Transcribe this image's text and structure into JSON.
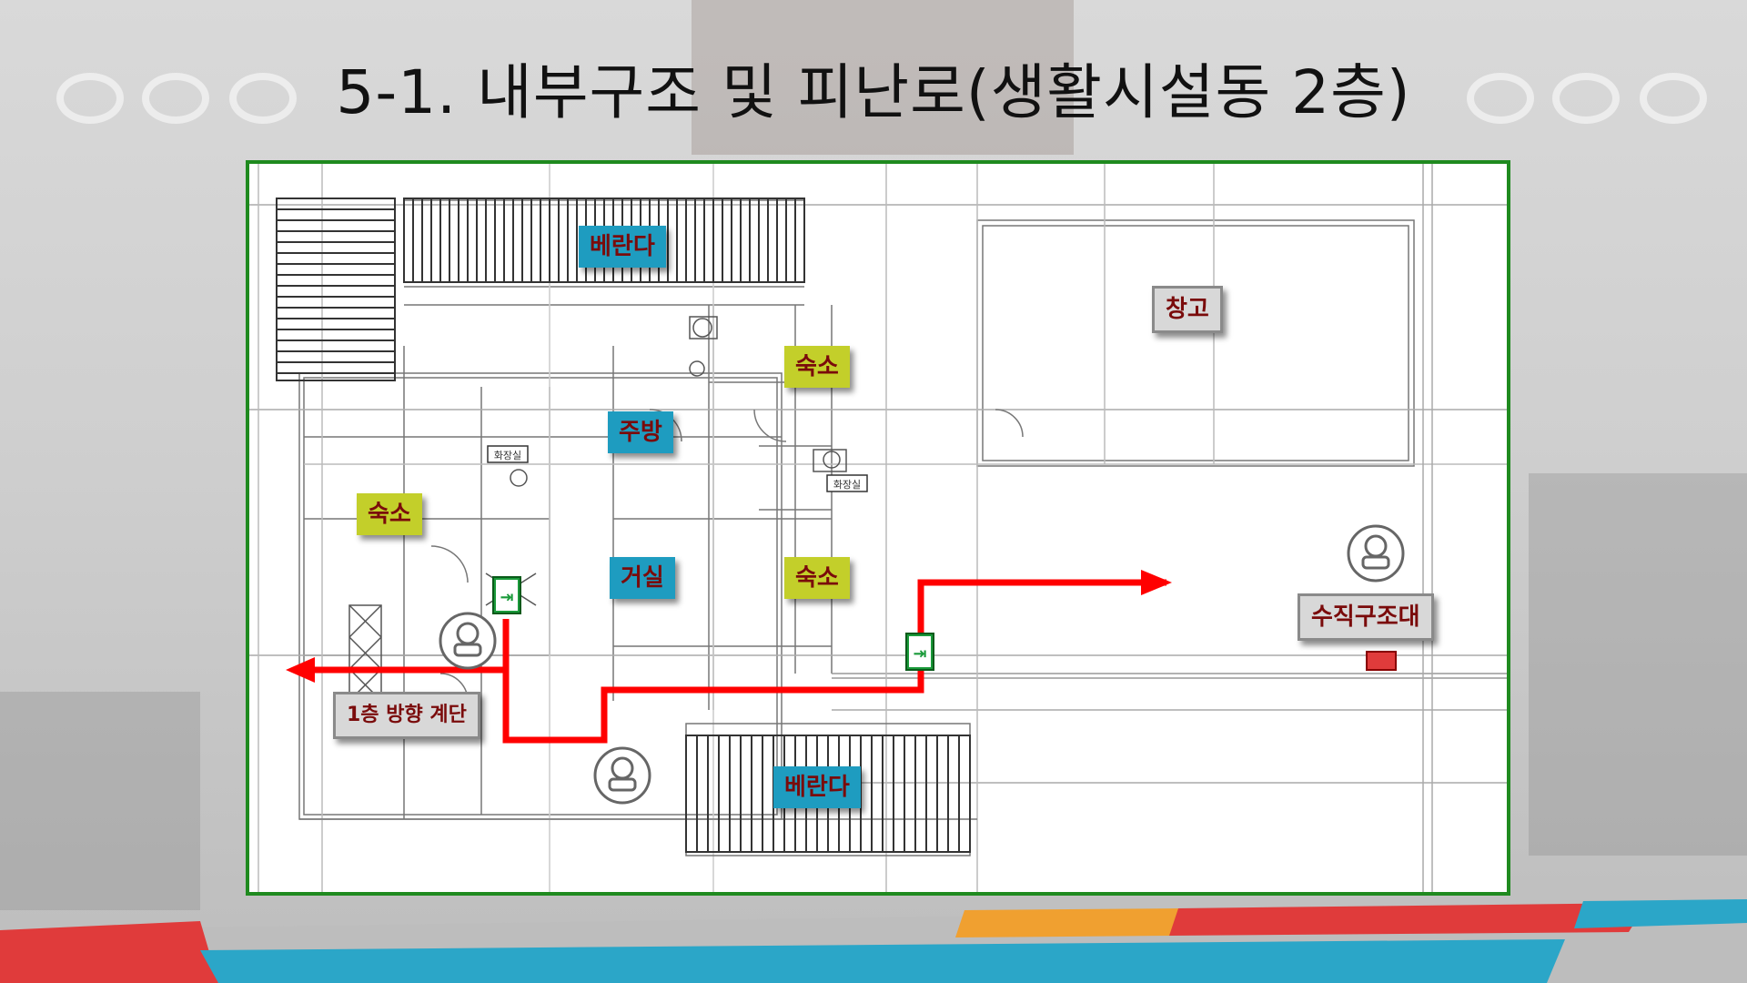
{
  "title": "5-1. 내부구조 및 피난로(생활시설동 2층)",
  "labels": {
    "veranda_top": "베란다",
    "warehouse": "창고",
    "dorm_right_top": "숙소",
    "kitchen": "주방",
    "dorm_left": "숙소",
    "living_room": "거실",
    "dorm_right_bottom": "숙소",
    "vertical_rescue": "수직구조대",
    "stairs_to_1f": "1층 방향 계단",
    "veranda_bottom": "베란다",
    "toilet_left": "화장실",
    "toilet_right": "화장실"
  },
  "icons": {
    "exit_sign": "emergency-exit-icon",
    "fire_extinguisher": "fire-extinguisher-icon"
  },
  "colors": {
    "frame": "#1f8a1f",
    "route": "#ff0000",
    "label_blue": "#1e9cc0",
    "label_olive": "#c3cf2a",
    "label_gray": "#d8d8d8",
    "label_text": "#7a0b0b",
    "footer_red": "#e03b3b",
    "footer_blue": "#2ba6c8",
    "footer_orange": "#f0a030"
  }
}
